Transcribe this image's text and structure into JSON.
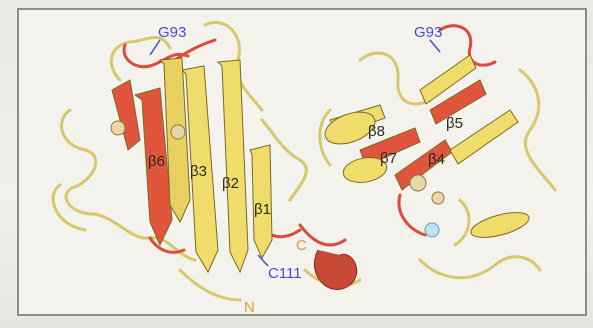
{
  "figure": {
    "labels": {
      "g93_left": "G93",
      "g93_right": "G93",
      "beta1": "β1",
      "beta2": "β2",
      "beta3": "β3",
      "beta4": "β4",
      "beta5": "β5",
      "beta6": "β6",
      "beta7": "β7",
      "beta8": "β8",
      "c111": "C111",
      "c_term": "C",
      "n_term": "N"
    },
    "colors": {
      "strand_yellow": "#f0dc6a",
      "strand_red": "#e0553b",
      "loop_yellow": "#d8c86a",
      "loop_red": "#dc4a3a",
      "label_blue": "#4a4ad0",
      "label_orange": "#e09a3a",
      "sphere": "#e8d8a8",
      "ion": "#bfe3ee"
    }
  }
}
